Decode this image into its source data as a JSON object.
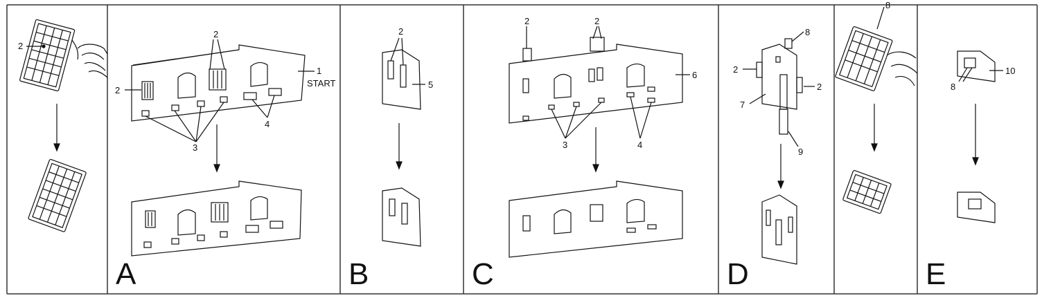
{
  "panels": [
    {
      "id": "film",
      "letter": "",
      "callouts": {
        "c1": "2"
      }
    },
    {
      "id": "A",
      "letter": "A",
      "callouts": {
        "c1": "2",
        "c2": "2",
        "c3": "1",
        "c4": "START",
        "c5": "3",
        "c6": "4"
      }
    },
    {
      "id": "B",
      "letter": "B",
      "callouts": {
        "c1": "2",
        "c2": "5"
      }
    },
    {
      "id": "C",
      "letter": "C",
      "callouts": {
        "c1": "2",
        "c2": "2",
        "c3": "6",
        "c4": "3",
        "c5": "4"
      }
    },
    {
      "id": "D",
      "letter": "D",
      "callouts": {
        "c1": "8",
        "c2": "2",
        "c3": "2",
        "c4": "7",
        "c5": "9"
      }
    },
    {
      "id": "film2",
      "letter": "",
      "callouts": {
        "c1": "8"
      }
    },
    {
      "id": "E",
      "letter": "E",
      "callouts": {
        "c1": "10",
        "c2": "8"
      }
    }
  ],
  "colors": {
    "line": "#111111",
    "panel_border": "#333333",
    "background": "#ffffff"
  }
}
